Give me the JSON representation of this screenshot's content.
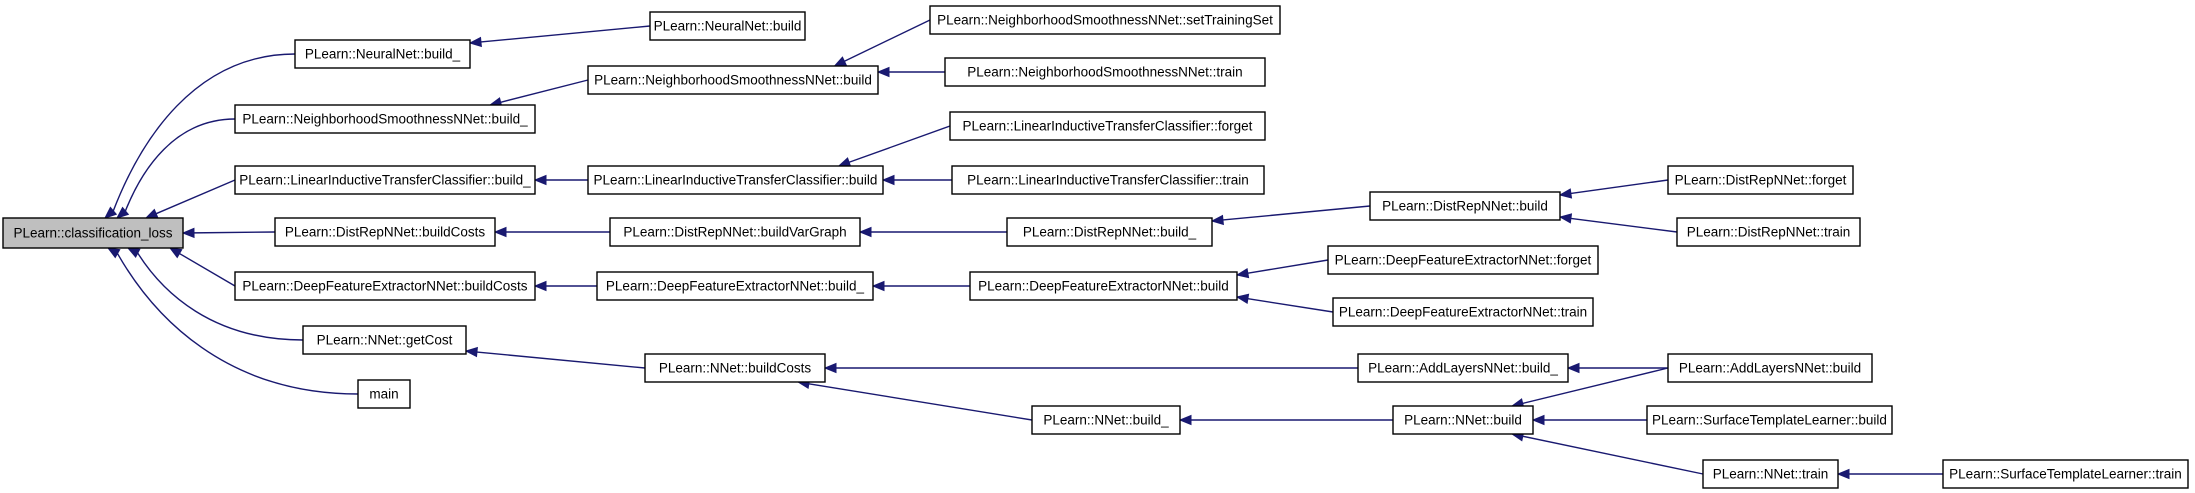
{
  "nodes": [
    {
      "id": "root",
      "label": "PLearn::classification_loss"
    },
    {
      "id": "nn_build_",
      "label": "PLearn::NeuralNet::build_"
    },
    {
      "id": "nn_build",
      "label": "PLearn::NeuralNet::build"
    },
    {
      "id": "ns_build_",
      "label": "PLearn::NeighborhoodSmoothnessNNet::build_"
    },
    {
      "id": "ns_build",
      "label": "PLearn::NeighborhoodSmoothnessNNet::build"
    },
    {
      "id": "ns_set",
      "label": "PLearn::NeighborhoodSmoothnessNNet::setTrainingSet"
    },
    {
      "id": "ns_train",
      "label": "PLearn::NeighborhoodSmoothnessNNet::train"
    },
    {
      "id": "li_build_",
      "label": "PLearn::LinearInductiveTransferClassifier::build_"
    },
    {
      "id": "li_build",
      "label": "PLearn::LinearInductiveTransferClassifier::build"
    },
    {
      "id": "li_forget",
      "label": "PLearn::LinearInductiveTransferClassifier::forget"
    },
    {
      "id": "li_train",
      "label": "PLearn::LinearInductiveTransferClassifier::train"
    },
    {
      "id": "dr_costs",
      "label": "PLearn::DistRepNNet::buildCosts"
    },
    {
      "id": "dr_var",
      "label": "PLearn::DistRepNNet::buildVarGraph"
    },
    {
      "id": "dr_build_",
      "label": "PLearn::DistRepNNet::build_"
    },
    {
      "id": "dr_build",
      "label": "PLearn::DistRepNNet::build"
    },
    {
      "id": "dr_forget",
      "label": "PLearn::DistRepNNet::forget"
    },
    {
      "id": "dr_train",
      "label": "PLearn::DistRepNNet::train"
    },
    {
      "id": "df_costs",
      "label": "PLearn::DeepFeatureExtractorNNet::buildCosts"
    },
    {
      "id": "df_build_",
      "label": "PLearn::DeepFeatureExtractorNNet::build_"
    },
    {
      "id": "df_build",
      "label": "PLearn::DeepFeatureExtractorNNet::build"
    },
    {
      "id": "df_forget",
      "label": "PLearn::DeepFeatureExtractorNNet::forget"
    },
    {
      "id": "df_train",
      "label": "PLearn::DeepFeatureExtractorNNet::train"
    },
    {
      "id": "nnet_getcost",
      "label": "PLearn::NNet::getCost"
    },
    {
      "id": "main",
      "label": "main"
    },
    {
      "id": "nnet_costs",
      "label": "PLearn::NNet::buildCosts"
    },
    {
      "id": "al_build_",
      "label": "PLearn::AddLayersNNet::build_"
    },
    {
      "id": "al_build",
      "label": "PLearn::AddLayersNNet::build"
    },
    {
      "id": "nnet_build_",
      "label": "PLearn::NNet::build_"
    },
    {
      "id": "nnet_build",
      "label": "PLearn::NNet::build"
    },
    {
      "id": "st_build",
      "label": "PLearn::SurfaceTemplateLearner::build"
    },
    {
      "id": "nnet_train",
      "label": "PLearn::NNet::train"
    },
    {
      "id": "st_train",
      "label": "PLearn::SurfaceTemplateLearner::train"
    }
  ],
  "edges": [
    {
      "from": "nn_build_",
      "to": "root"
    },
    {
      "from": "ns_build_",
      "to": "root"
    },
    {
      "from": "li_build_",
      "to": "root"
    },
    {
      "from": "dr_costs",
      "to": "root"
    },
    {
      "from": "df_costs",
      "to": "root"
    },
    {
      "from": "nnet_getcost",
      "to": "root"
    },
    {
      "from": "main",
      "to": "root"
    },
    {
      "from": "nn_build",
      "to": "nn_build_"
    },
    {
      "from": "ns_build",
      "to": "ns_build_"
    },
    {
      "from": "ns_set",
      "to": "ns_build"
    },
    {
      "from": "ns_train",
      "to": "ns_build"
    },
    {
      "from": "li_build",
      "to": "li_build_"
    },
    {
      "from": "li_forget",
      "to": "li_build"
    },
    {
      "from": "li_train",
      "to": "li_build"
    },
    {
      "from": "dr_var",
      "to": "dr_costs"
    },
    {
      "from": "dr_build_",
      "to": "dr_var"
    },
    {
      "from": "dr_build",
      "to": "dr_build_"
    },
    {
      "from": "dr_forget",
      "to": "dr_build"
    },
    {
      "from": "dr_train",
      "to": "dr_build"
    },
    {
      "from": "df_build_",
      "to": "df_costs"
    },
    {
      "from": "df_build",
      "to": "df_build_"
    },
    {
      "from": "df_forget",
      "to": "df_build"
    },
    {
      "from": "df_train",
      "to": "df_build"
    },
    {
      "from": "nnet_costs",
      "to": "nnet_getcost"
    },
    {
      "from": "al_build_",
      "to": "nnet_costs"
    },
    {
      "from": "nnet_build_",
      "to": "nnet_costs"
    },
    {
      "from": "al_build",
      "to": "al_build_"
    },
    {
      "from": "nnet_build",
      "to": "nnet_build_"
    },
    {
      "from": "al_build",
      "to": "nnet_build"
    },
    {
      "from": "st_build",
      "to": "nnet_build"
    },
    {
      "from": "nnet_train",
      "to": "nnet_build"
    },
    {
      "from": "st_train",
      "to": "nnet_train"
    }
  ]
}
